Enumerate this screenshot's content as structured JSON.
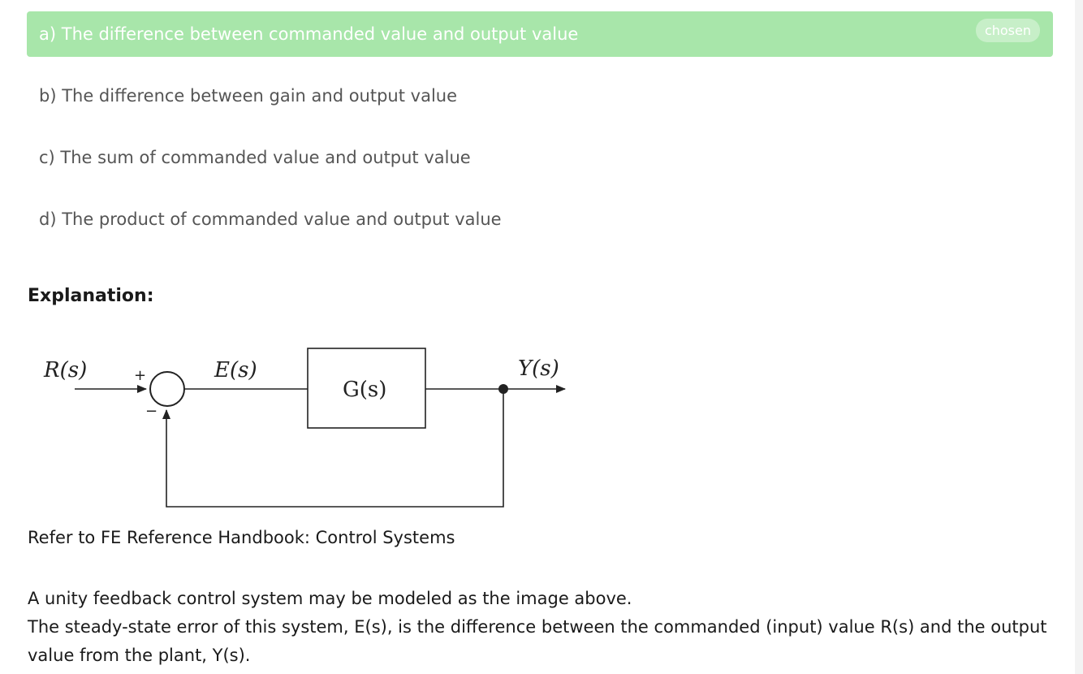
{
  "options": [
    {
      "label": "a) The difference between commanded value and output value",
      "selected": true,
      "badge": "chosen"
    },
    {
      "label": "b) The difference between gain and output value",
      "selected": false
    },
    {
      "label": "c) The sum of commanded value and output value",
      "selected": false
    },
    {
      "label": "d) The product of commanded value and output value",
      "selected": false
    }
  ],
  "explanation": {
    "heading": "Explanation:",
    "diagram": {
      "input_label": "R(s)",
      "error_label": "E(s)",
      "plant_label": "G(s)",
      "output_label": "Y(s)",
      "plus_sign": "+",
      "minus_sign": "−"
    },
    "reference": "Refer to FE Reference Handbook: Control Systems",
    "paragraphs": [
      "A unity feedback control system may be modeled as the image above.",
      "The steady-state error of this system, E(s), is the difference between the commanded (input) value R(s) and the output value from the plant, Y(s)."
    ]
  },
  "colors": {
    "selected_bg": "#a8e6aa",
    "badge_bg": "#c7efc8"
  }
}
